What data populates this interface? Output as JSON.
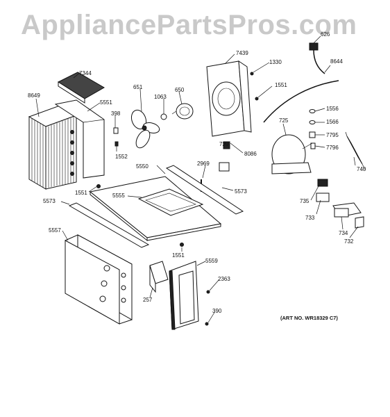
{
  "watermark": "AppliancePartsPros.com",
  "art_number": "(ART NO. WR18329 C7)",
  "callouts": {
    "p626": "626",
    "p7439": "7439",
    "p1330": "1330",
    "p8644": "8644",
    "p7344": "7344",
    "p651": "651",
    "p1063": "1063",
    "p650": "650",
    "p1551a": "1551",
    "p8649": "8649",
    "p5551": "5551",
    "p398": "398",
    "p1552": "1552",
    "p1556": "1556",
    "p1566": "1566",
    "p725": "725",
    "p7795": "7795",
    "p7796": "7796",
    "p740": "740",
    "p729": "729",
    "p8086": "8086",
    "p5550": "5550",
    "p2969": "2969",
    "p5573a": "5573",
    "p1551b": "1551",
    "p5555": "5555",
    "p735": "735",
    "p5573b": "5573",
    "p733": "733",
    "p734": "734",
    "p732": "732",
    "p5557": "5557",
    "p1551c": "1551",
    "p5559": "5559",
    "p2363": "2363",
    "p257": "257",
    "p390": "390"
  }
}
